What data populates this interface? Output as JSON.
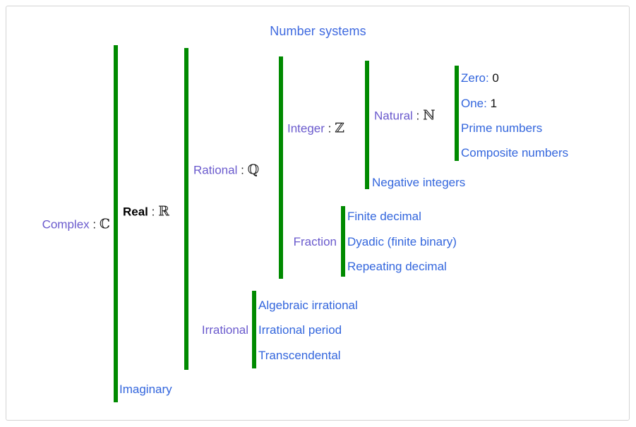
{
  "title": "Number systems",
  "colors": {
    "bar": "#008a00",
    "title": "#3f6ae0",
    "parent_label": "#6a5acd",
    "leaf_label": "#3366dd",
    "symbol": "#1a1a1a",
    "frame_border": "#d4d4d4"
  },
  "nodes": {
    "complex": {
      "name": "Complex",
      "colon": ":",
      "symbol": "ℂ"
    },
    "real": {
      "name": "Real",
      "colon": ":",
      "symbol": "ℝ"
    },
    "imaginary": {
      "name": "Imaginary"
    },
    "rational": {
      "name": "Rational",
      "colon": ":",
      "symbol": "ℚ"
    },
    "irrational": {
      "name": "Irrational"
    },
    "integer": {
      "name": "Integer",
      "colon": ":",
      "symbol": "ℤ"
    },
    "fraction": {
      "name": "Fraction"
    },
    "natural": {
      "name": "Natural",
      "colon": ":",
      "symbol": "ℕ"
    },
    "negative_integers": {
      "name": "Negative integers"
    },
    "zero": {
      "name": "Zero:",
      "value": "0"
    },
    "one": {
      "name": "One:",
      "value": "1"
    },
    "prime_numbers": {
      "name": "Prime numbers"
    },
    "composite_numbers": {
      "name": "Composite numbers"
    },
    "finite_decimal": {
      "name": "Finite decimal"
    },
    "dyadic": {
      "name": "Dyadic (finite binary)"
    },
    "repeating_decimal": {
      "name": "Repeating decimal"
    },
    "algebraic_irrational": {
      "name": "Algebraic irrational"
    },
    "irrational_period": {
      "name": "Irrational period"
    },
    "transcendental": {
      "name": "Transcendental"
    }
  },
  "chart_data": {
    "type": "diagram",
    "title": "Number systems",
    "structure": "tree/bracket hierarchy of number systems, each parent label sits left of a vertical green bracket bar spanning its children",
    "tree": [
      {
        "label": "Complex",
        "symbol": "ℂ",
        "children": [
          {
            "label": "Real",
            "symbol": "ℝ",
            "children": [
              {
                "label": "Rational",
                "symbol": "ℚ",
                "children": [
                  {
                    "label": "Integer",
                    "symbol": "ℤ",
                    "children": [
                      {
                        "label": "Natural",
                        "symbol": "ℕ",
                        "children": [
                          {
                            "label": "Zero",
                            "value": "0"
                          },
                          {
                            "label": "One",
                            "value": "1"
                          },
                          {
                            "label": "Prime numbers"
                          },
                          {
                            "label": "Composite numbers"
                          }
                        ]
                      },
                      {
                        "label": "Negative integers"
                      }
                    ]
                  },
                  {
                    "label": "Fraction",
                    "children": [
                      {
                        "label": "Finite decimal"
                      },
                      {
                        "label": "Dyadic (finite binary)"
                      },
                      {
                        "label": "Repeating decimal"
                      }
                    ]
                  }
                ]
              },
              {
                "label": "Irrational",
                "children": [
                  {
                    "label": "Algebraic irrational"
                  },
                  {
                    "label": "Irrational period"
                  },
                  {
                    "label": "Transcendental"
                  }
                ]
              }
            ]
          },
          {
            "label": "Imaginary"
          }
        ]
      }
    ]
  }
}
